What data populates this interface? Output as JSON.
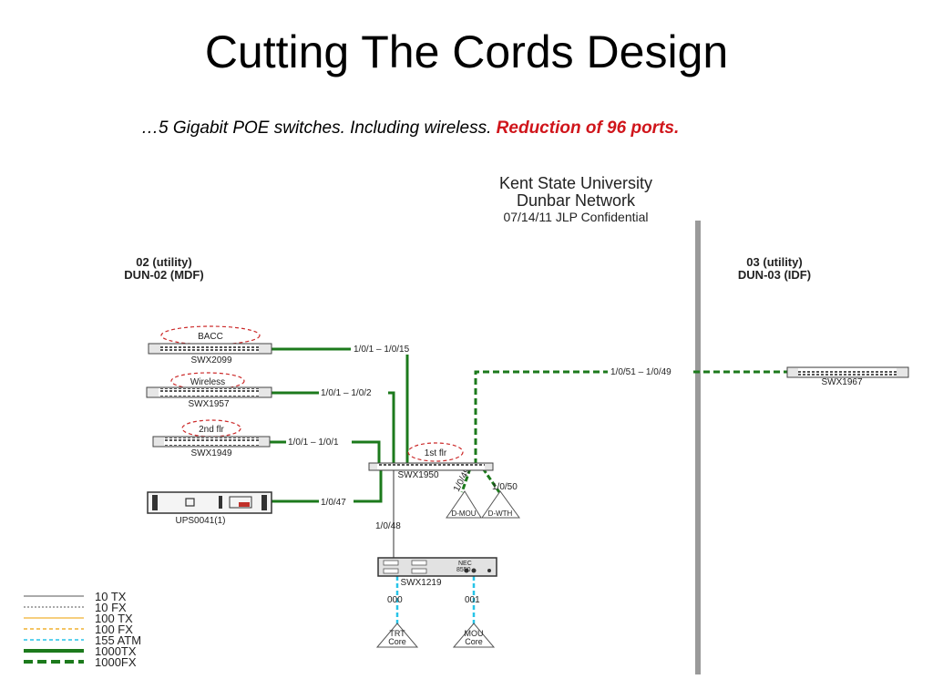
{
  "slide": {
    "title": "Cutting The Cords  Design",
    "subtitle_prefix": "…5 Gigabit POE switches.  Including wireless.  ",
    "subtitle_highlight": "Reduction of 96 ports."
  },
  "diagram": {
    "header": {
      "line1": "Kent State University",
      "line2": "Dunbar Network",
      "line3": "07/14/11 JLP Confidential"
    },
    "left_room": {
      "line1": "02 (utility)",
      "line2": "DUN-02 (MDF)"
    },
    "right_room": {
      "line1": "03 (utility)",
      "line2": "DUN-03 (IDF)"
    },
    "switches": {
      "swx2099": {
        "name": "SWX2099",
        "tag": "BACC"
      },
      "swx1957": {
        "name": "SWX1957",
        "tag": "Wireless"
      },
      "swx1949": {
        "name": "SWX1949",
        "tag": "2nd flr"
      },
      "swx1950": {
        "name": "SWX1950",
        "tag": "1st flr"
      },
      "swx1967": {
        "name": "SWX1967"
      },
      "swx1219": {
        "name": "SWX1219",
        "device_line1": "NEC",
        "device_line2": "8550"
      },
      "ups": {
        "name": "UPS0041(1)"
      }
    },
    "links": {
      "swx2099": "1/0/1 – 1/0/15",
      "swx1957": "1/0/1 – 1/0/2",
      "swx1949": "1/0/1 – 1/0/1",
      "ups": "1/0/47",
      "swx1219": "1/0/48",
      "swx1967": "1/0/51 – 1/0/49",
      "dmou": "1/0/49",
      "dwth": "1/0/50",
      "trt": "000",
      "mou": "001"
    },
    "endpoints": {
      "dmou": "D-MOU",
      "dwth": "D-WTH",
      "trt_line1": "TRT",
      "trt_line2": "Core",
      "mou_line1": "MOU",
      "mou_line2": "Core"
    },
    "legend": [
      {
        "label": "10 TX",
        "color": "#777777",
        "style": "solid"
      },
      {
        "label": "10 FX",
        "color": "#777777",
        "style": "dotted"
      },
      {
        "label": "100 TX",
        "color": "#f0b030",
        "style": "solid"
      },
      {
        "label": "100 FX",
        "color": "#f0b030",
        "style": "dashed"
      },
      {
        "label": "155 ATM",
        "color": "#27c4e8",
        "style": "dashed"
      },
      {
        "label": "1000TX",
        "color": "#1c7a1c",
        "style": "thick"
      },
      {
        "label": "1000FX",
        "color": "#1c7a1c",
        "style": "thickdash"
      }
    ],
    "colors": {
      "gigabit": "#1c7a1c",
      "atm": "#27c4e8",
      "callout": "#cc2a2a",
      "divider": "#9a9a9a",
      "accent_text": "#d0151b"
    }
  }
}
